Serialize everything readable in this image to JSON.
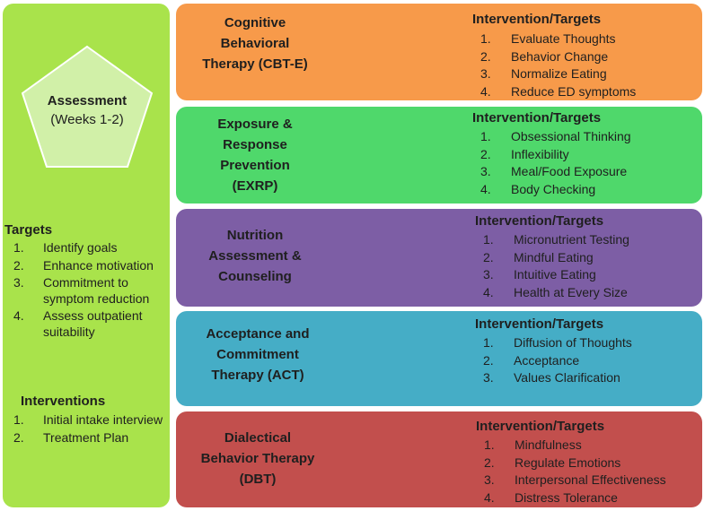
{
  "colors": {
    "assessment_panel": "#a9e34b",
    "pentagon_fill": "#d1f0a8",
    "cbt": "#f79a4a",
    "exrp": "#4fd86b",
    "nutrition": "#7d5ea5",
    "act": "#45adc6",
    "dbt": "#c24f4d"
  },
  "assessment": {
    "title": "Assessment",
    "subtitle": "(Weeks 1-2)",
    "targets_heading": "Targets",
    "targets": [
      {
        "num": "1.",
        "text": "Identify goals"
      },
      {
        "num": "2.",
        "text": "Enhance motivation"
      },
      {
        "num": "3.",
        "text": "Commitment to symptom reduction"
      },
      {
        "num": "4.",
        "text": "Assess outpatient suitability"
      }
    ],
    "interventions_heading": "Interventions",
    "interventions": [
      {
        "num": "1.",
        "text": "Initial intake interview"
      },
      {
        "num": "2.",
        "text": "Treatment Plan"
      }
    ]
  },
  "therapies": [
    {
      "title_lines": [
        "Cognitive",
        "Behavioral",
        "Therapy (CBT-E)"
      ],
      "heading": "Intervention/Targets",
      "items": [
        {
          "num": "1.",
          "text": "Evaluate Thoughts"
        },
        {
          "num": "2.",
          "text": "Behavior Change"
        },
        {
          "num": "3.",
          "text": "Normalize Eating"
        },
        {
          "num": "4.",
          "text": "Reduce ED symptoms"
        }
      ]
    },
    {
      "title_lines": [
        "Exposure &",
        "Response",
        "Prevention",
        "(EXRP)"
      ],
      "heading": "Intervention/Targets",
      "items": [
        {
          "num": "1.",
          "text": "Obsessional Thinking"
        },
        {
          "num": "2.",
          "text": "Inflexibility"
        },
        {
          "num": "3.",
          "text": "Meal/Food Exposure"
        },
        {
          "num": "4.",
          "text": "Body Checking"
        }
      ]
    },
    {
      "title_lines": [
        "Nutrition",
        "Assessment &",
        "Counseling"
      ],
      "heading": "Intervention/Targets",
      "items": [
        {
          "num": "1.",
          "text": "Micronutrient Testing"
        },
        {
          "num": "2.",
          "text": "Mindful Eating"
        },
        {
          "num": "3.",
          "text": "Intuitive Eating"
        },
        {
          "num": "4.",
          "text": "Health at Every Size"
        }
      ]
    },
    {
      "title_lines": [
        "Acceptance and",
        "Commitment",
        "Therapy (ACT)"
      ],
      "heading": "Intervention/Targets",
      "items": [
        {
          "num": "1.",
          "text": "Diffusion of Thoughts"
        },
        {
          "num": "2.",
          "text": "Acceptance"
        },
        {
          "num": "3.",
          "text": "Values Clarification"
        }
      ]
    },
    {
      "title_lines": [
        "Dialectical",
        "Behavior Therapy",
        "(DBT)"
      ],
      "heading": "Intervention/Targets",
      "items": [
        {
          "num": "1.",
          "text": "Mindfulness"
        },
        {
          "num": "2.",
          "text": "Regulate Emotions"
        },
        {
          "num": "3.",
          "text": "Interpersonal Effectiveness"
        },
        {
          "num": "4.",
          "text": "Distress Tolerance"
        }
      ]
    }
  ]
}
